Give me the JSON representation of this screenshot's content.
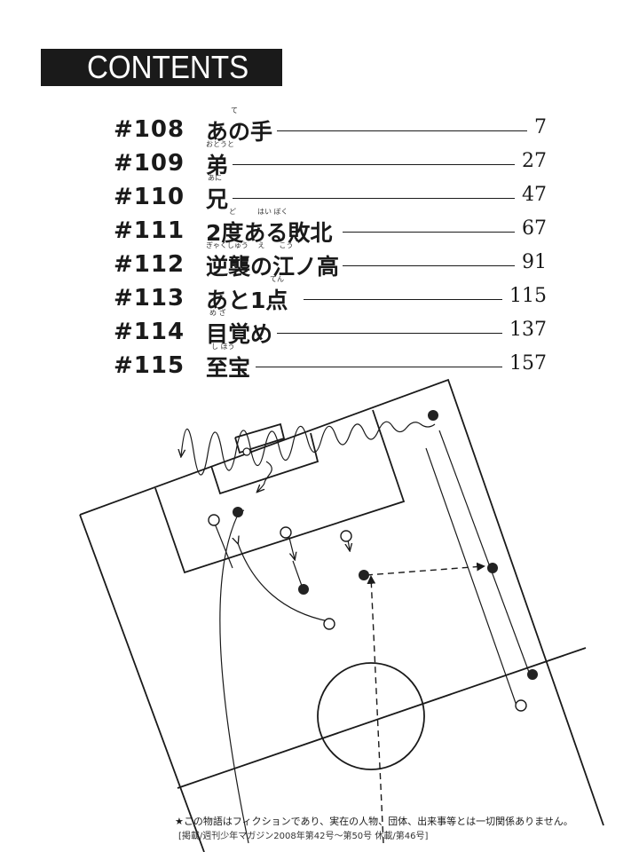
{
  "header": {
    "title": "CONTENTS"
  },
  "toc": [
    {
      "number": "#108",
      "title": "あの手",
      "ruby": "て",
      "page": "7"
    },
    {
      "number": "#109",
      "title": "弟",
      "ruby": "おとうと",
      "page": "27"
    },
    {
      "number": "#110",
      "title": "兄",
      "ruby": "あに",
      "page": "47"
    },
    {
      "number": "#111",
      "title": "2度ある敗北",
      "ruby": "ど　　　はい ぼく",
      "page": "67"
    },
    {
      "number": "#112",
      "title": "逆襲の江ノ高",
      "ruby": "ぎゃくしゅう　 え　　こう",
      "page": "91"
    },
    {
      "number": "#113",
      "title": "あと1点",
      "ruby": "てん",
      "page": "115"
    },
    {
      "number": "#114",
      "title": "目覚め",
      "ruby": "め ざ",
      "page": "137"
    },
    {
      "number": "#115",
      "title": "至宝",
      "ruby": "し ほう",
      "page": "157"
    }
  ],
  "footnote": {
    "line1": "★この物語はフィクションであり、実在の人物、団体、出来事等とは一切関係ありません。",
    "line2": "[掲載/週刊少年マガジン2008年第42号〜第50号 休載/第46号]"
  },
  "colors": {
    "ink": "#1a1a1a",
    "paper": "#ffffff"
  }
}
